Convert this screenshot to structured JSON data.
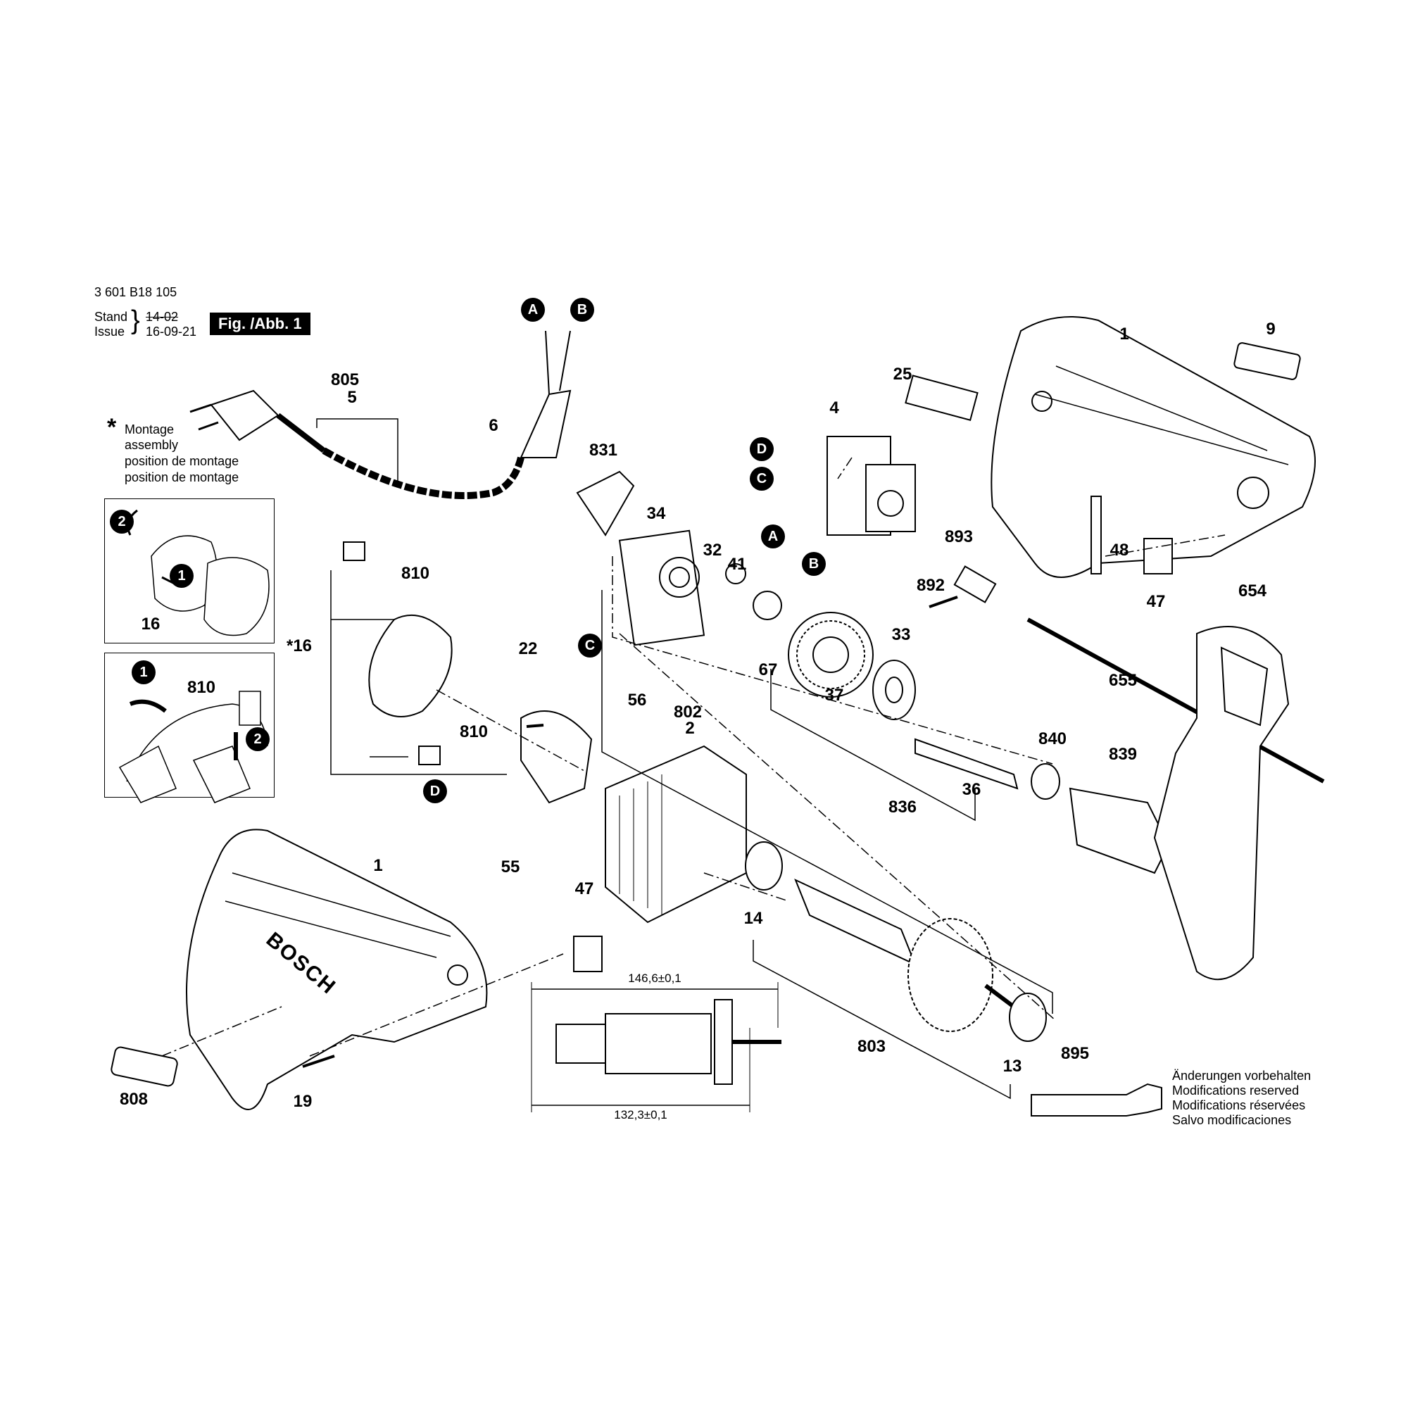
{
  "header": {
    "doc_number": "3 601 B18 105",
    "stand_label": "Stand",
    "issue_label": "Issue",
    "stand_value": "14-02",
    "issue_value": "16-09-21",
    "figure_label": "Fig. /Abb. 1"
  },
  "note": {
    "symbol": "*",
    "lines": [
      "Montage",
      "assembly",
      "position de montage",
      "position de montage"
    ]
  },
  "connectors": [
    "A",
    "B",
    "C",
    "D"
  ],
  "parts": {
    "p1_top": "1",
    "p9": "9",
    "p25": "25",
    "p4": "4",
    "p805": "805",
    "p5": "5",
    "p6": "6",
    "p831": "831",
    "p34": "34",
    "p32": "32",
    "p41": "41",
    "p893": "893",
    "p892": "892",
    "p48": "48",
    "p47_top": "47",
    "p654": "654",
    "p33": "33",
    "p67": "67",
    "p37": "37",
    "p655": "655",
    "p810_a": "810",
    "p16_star": "16",
    "p810_b": "810",
    "p22": "22",
    "p56": "56",
    "p802": "802",
    "p2": "2",
    "p840": "840",
    "p839": "839",
    "p836": "836",
    "p36": "36",
    "p55": "55",
    "p16_inset": "16",
    "p810_inset": "810",
    "p1_bottom": "1",
    "p47_bottom": "47",
    "p14": "14",
    "p803": "803",
    "p13": "13",
    "p895": "895",
    "p808": "808",
    "p19": "19"
  },
  "dimensions": {
    "armature_total": "146,6±0,1",
    "armature_core": "132,3±0,1"
  },
  "brand": "BOSCH",
  "modifications": [
    "Änderungen vorbehalten",
    "Modifications reserved",
    "Modifications réservées",
    "Salvo modificaciones"
  ]
}
